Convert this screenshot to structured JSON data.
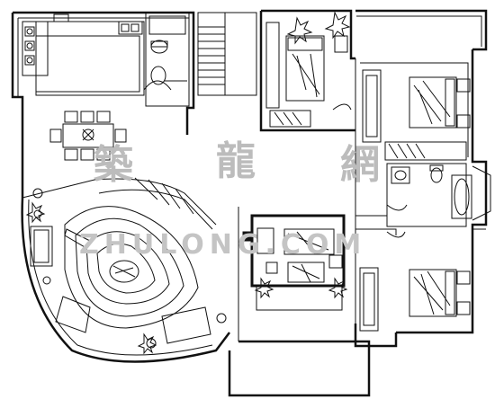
{
  "watermark": {
    "chars": [
      "築",
      "龍",
      "網"
    ],
    "sub": "ZHULONG.COM",
    "color": "#bcbcbc"
  },
  "plan": {
    "line_color": "#111111",
    "wall_color": "#000000",
    "background": "#ffffff"
  }
}
